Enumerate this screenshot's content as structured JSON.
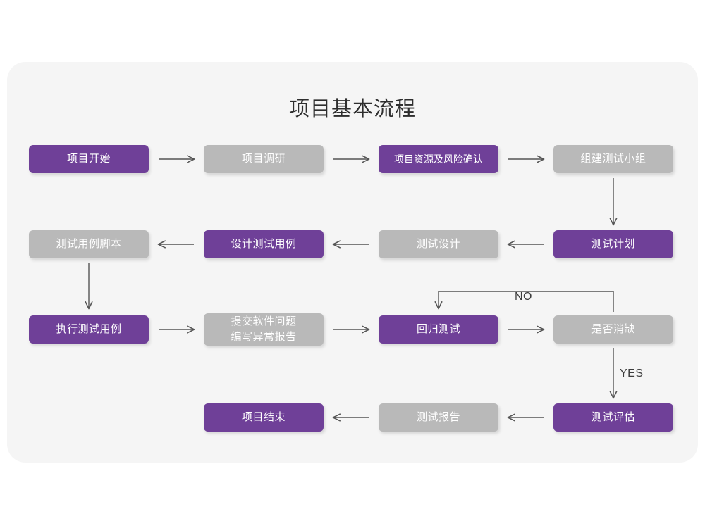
{
  "page": {
    "background": "#ffffff",
    "card_background": "#f5f5f5"
  },
  "chart_data": {
    "type": "diagram",
    "title": "项目基本流程",
    "colors": {
      "active": "#6f4098",
      "inactive": "#b9b9b9",
      "connector": "#555555",
      "title_text": "#2e2e2e",
      "node_text": "#ffffff"
    },
    "nodes": [
      {
        "id": "n1",
        "label": "项目开始",
        "style": "purple",
        "row": 1,
        "col": 1
      },
      {
        "id": "n2",
        "label": "项目调研",
        "style": "gray",
        "row": 1,
        "col": 2
      },
      {
        "id": "n3",
        "label": "项目资源及风险确认",
        "style": "purple",
        "row": 1,
        "col": 3
      },
      {
        "id": "n4",
        "label": "组建测试小组",
        "style": "gray",
        "row": 1,
        "col": 4
      },
      {
        "id": "n5",
        "label": "测试用例脚本",
        "style": "gray",
        "row": 2,
        "col": 1
      },
      {
        "id": "n6",
        "label": "设计测试用例",
        "style": "purple",
        "row": 2,
        "col": 2
      },
      {
        "id": "n7",
        "label": "测试设计",
        "style": "gray",
        "row": 2,
        "col": 3
      },
      {
        "id": "n8",
        "label": "测试计划",
        "style": "purple",
        "row": 2,
        "col": 4
      },
      {
        "id": "n9",
        "label": "执行测试用例",
        "style": "purple",
        "row": 3,
        "col": 1
      },
      {
        "id": "n10",
        "label": "提交软件问题\n编写异常报告",
        "style": "gray",
        "row": 3,
        "col": 2
      },
      {
        "id": "n11",
        "label": "回归测试",
        "style": "purple",
        "row": 3,
        "col": 3
      },
      {
        "id": "n12",
        "label": "是否消缺",
        "style": "gray",
        "row": 3,
        "col": 4
      },
      {
        "id": "n13",
        "label": "项目结束",
        "style": "purple",
        "row": 4,
        "col": 2
      },
      {
        "id": "n14",
        "label": "测试报告",
        "style": "gray",
        "row": 4,
        "col": 3
      },
      {
        "id": "n15",
        "label": "测试评估",
        "style": "purple",
        "row": 4,
        "col": 4
      }
    ],
    "edges": [
      {
        "from": "n1",
        "to": "n2",
        "direction": "right",
        "label": ""
      },
      {
        "from": "n2",
        "to": "n3",
        "direction": "right",
        "label": ""
      },
      {
        "from": "n3",
        "to": "n4",
        "direction": "right",
        "label": ""
      },
      {
        "from": "n4",
        "to": "n8",
        "direction": "down",
        "label": ""
      },
      {
        "from": "n8",
        "to": "n7",
        "direction": "left",
        "label": ""
      },
      {
        "from": "n7",
        "to": "n6",
        "direction": "left",
        "label": ""
      },
      {
        "from": "n6",
        "to": "n5",
        "direction": "left",
        "label": ""
      },
      {
        "from": "n5",
        "to": "n9",
        "direction": "down",
        "label": ""
      },
      {
        "from": "n9",
        "to": "n10",
        "direction": "right",
        "label": ""
      },
      {
        "from": "n10",
        "to": "n11",
        "direction": "right",
        "label": ""
      },
      {
        "from": "n11",
        "to": "n12",
        "direction": "right",
        "label": ""
      },
      {
        "from": "n12",
        "to": "n11",
        "direction": "loop-up-left",
        "label": "NO"
      },
      {
        "from": "n12",
        "to": "n15",
        "direction": "down",
        "label": "YES"
      },
      {
        "from": "n15",
        "to": "n14",
        "direction": "left",
        "label": ""
      },
      {
        "from": "n14",
        "to": "n13",
        "direction": "left",
        "label": ""
      }
    ],
    "edge_labels": {
      "no": "NO",
      "yes": "YES"
    }
  }
}
